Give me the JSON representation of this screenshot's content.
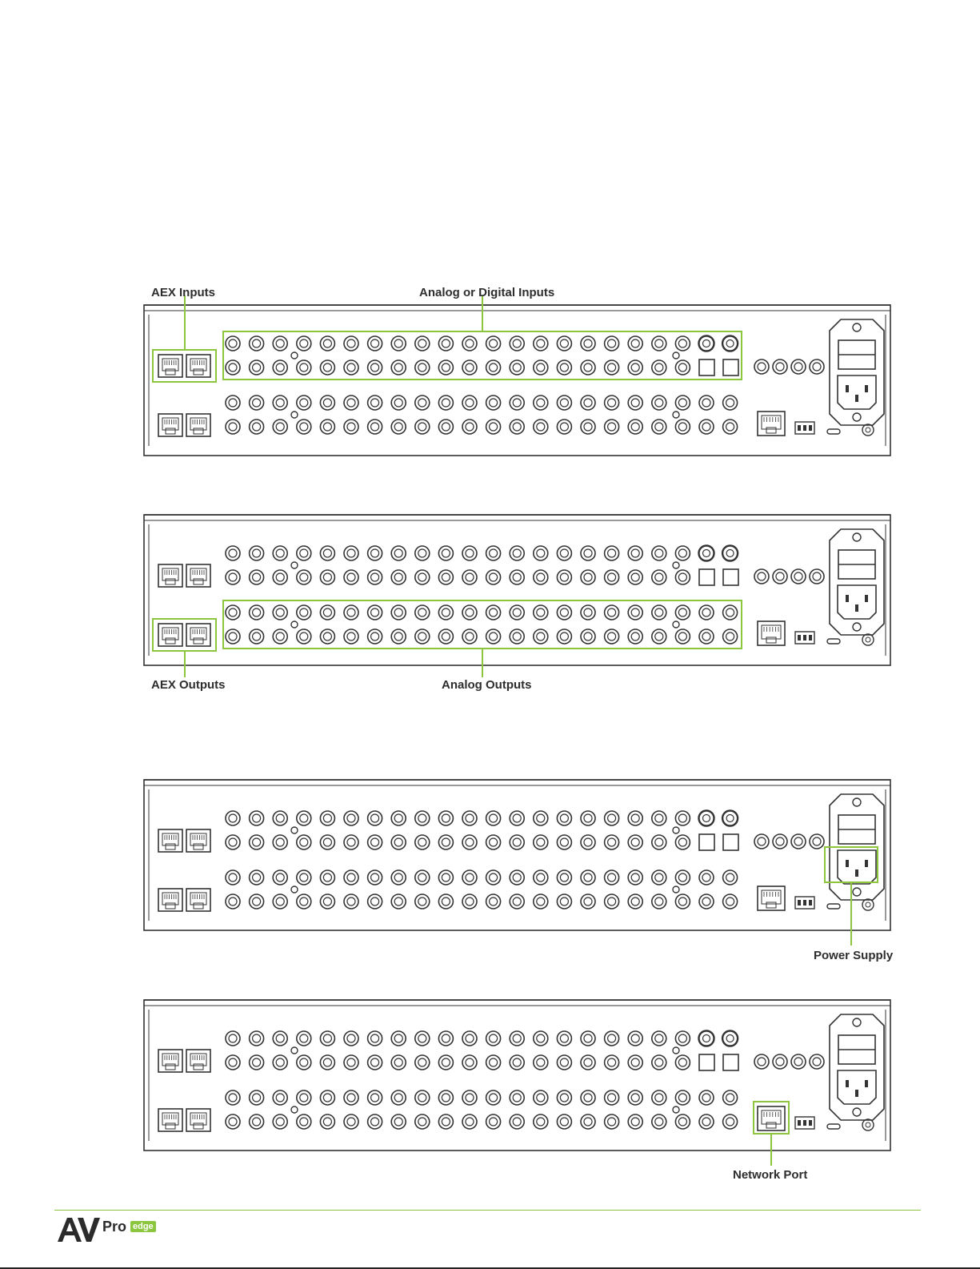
{
  "colors": {
    "highlight": "#8cc63f",
    "line": "#333333",
    "brand_green": "#8cc63f"
  },
  "callouts": {
    "aex_inputs": "AEX Inputs",
    "analog_digital_inputs": "Analog or Digital Inputs",
    "aex_outputs": "AEX Outputs",
    "analog_outputs": "Analog Outputs",
    "power_supply": "Power Supply",
    "network_port": "Network Port"
  },
  "panels": [
    {
      "id": "panel-1",
      "highlight": [
        "aex-inputs",
        "analog-inputs"
      ]
    },
    {
      "id": "panel-2",
      "highlight": [
        "aex-outputs",
        "analog-outputs"
      ]
    },
    {
      "id": "panel-3",
      "highlight": [
        "power-inlet"
      ]
    },
    {
      "id": "panel-4",
      "highlight": [
        "network-port"
      ]
    }
  ],
  "footer": {
    "logo_mark": "AV",
    "logo_pro": "Pro",
    "logo_edge": "edge"
  }
}
